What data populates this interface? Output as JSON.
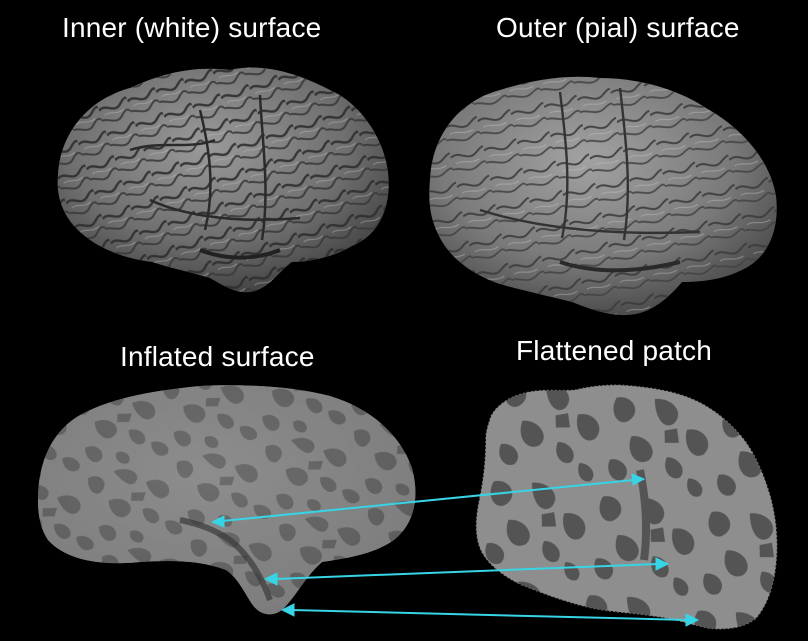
{
  "panels": [
    {
      "label": "Inner (white) surface"
    },
    {
      "label": "Outer (pial) surface"
    },
    {
      "label": "Inflated surface"
    },
    {
      "label": "Flattened patch"
    }
  ],
  "colors": {
    "background": "#000000",
    "label_text": "#ffffff",
    "cortex_light": "#8f8f8f",
    "cortex_dark": "#555555",
    "arrow": "#37d4e6"
  },
  "arrows": {
    "count": 3
  }
}
